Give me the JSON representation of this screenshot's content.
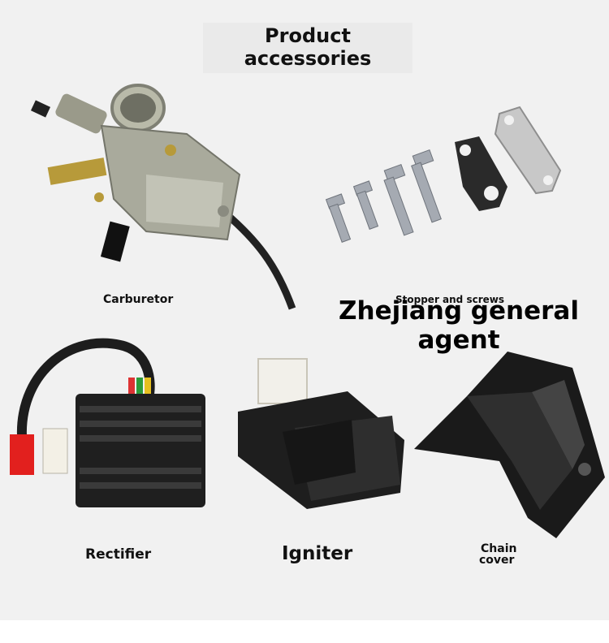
{
  "header": {
    "title_line1": "Product",
    "title_line2": "accessories"
  },
  "overlay": {
    "line1": "Zhejiang general",
    "line2": "agent"
  },
  "products": {
    "carburetor": {
      "label": "Carburetor",
      "icon": "carburetor-photo"
    },
    "stopper": {
      "label": "Stopper and screws",
      "icon": "screws-gasket-photo"
    },
    "rectifier": {
      "label": "Rectifier",
      "icon": "rectifier-photo"
    },
    "igniter": {
      "label": "Igniter",
      "icon": "igniter-photo"
    },
    "chain_cover": {
      "label_line1": "Chain",
      "label_line2": "cover",
      "icon": "chain-cover-photo"
    }
  },
  "colors": {
    "background": "#f1f1f1",
    "footer": "#ffffff"
  }
}
